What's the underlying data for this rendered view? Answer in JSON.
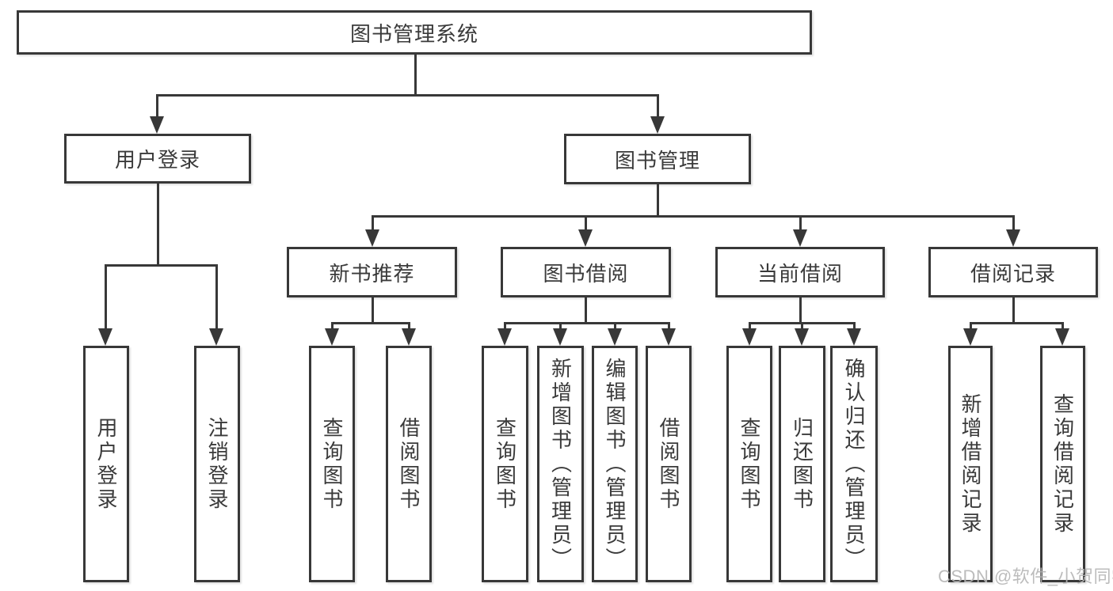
{
  "nodes": {
    "root": "图书管理系统",
    "user_login": "用户登录",
    "book_mgmt": "图书管理",
    "new_book_rec": "新书推荐",
    "book_borrow": "图书借阅",
    "current_borrow": "当前借阅",
    "borrow_records": "借阅记录",
    "leaf_user_login": "用户登录",
    "leaf_logout": "注销登录",
    "leaf_query_book_1": "查询图书",
    "leaf_borrow_book_1": "借阅图书",
    "leaf_query_book_2": "查询图书",
    "leaf_add_book": "新增图书（管理员）",
    "leaf_edit_book": "编辑图书（管理员）",
    "leaf_borrow_book_2": "借阅图书",
    "leaf_query_book_3": "查询图书",
    "leaf_return_book": "归还图书",
    "leaf_confirm_return": "确认归还（管理员）",
    "leaf_add_record": "新增借阅记录",
    "leaf_query_record": "查询借阅记录"
  },
  "watermark": {
    "text": "CSDN @软件_小贺同学"
  },
  "colors": {
    "line": "#383838",
    "text": "#3a3a3a",
    "watermark_gray": "#b5b5b5",
    "background": "#ffffff"
  }
}
